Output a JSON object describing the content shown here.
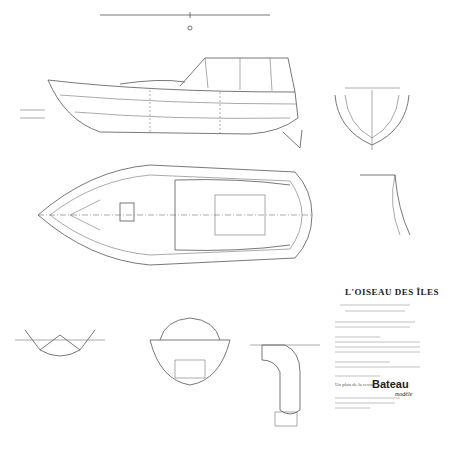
{
  "diagram": {
    "title": "L'OISEAU DES ÎLES",
    "labels": [
      "Un plan de la revue",
      "Bateau",
      "modèle"
    ]
  }
}
